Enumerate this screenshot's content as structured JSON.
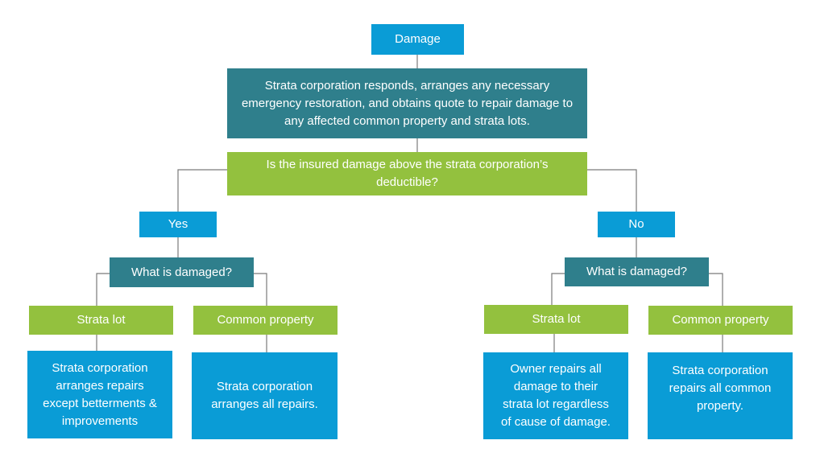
{
  "colors": {
    "blue": "#0a9cd6",
    "teal": "#2f7f8c",
    "green": "#93c13e",
    "line": "#7a7a7a"
  },
  "flowchart": {
    "damage": "Damage",
    "responds": "Strata corporation responds, arranges any necessary emergency restoration, and obtains quote to repair damage to any affected common property and strata lots.",
    "question": "Is the insured damage above the strata corporation’s deductible?",
    "yes": {
      "label": "Yes",
      "what_damaged": "What is damaged?",
      "strata_lot": "Strata lot",
      "common_property": "Common property",
      "strata_lot_outcome": "Strata corporation arranges repairs except betterments & improvements",
      "common_property_outcome": "Strata corporation arranges all repairs."
    },
    "no": {
      "label": "No",
      "what_damaged": "What is damaged?",
      "strata_lot": "Strata lot",
      "common_property": "Common property",
      "strata_lot_outcome": "Owner repairs all damage to their strata lot regardless of cause of damage.",
      "common_property_outcome": "Strata corporation repairs all common property."
    }
  }
}
